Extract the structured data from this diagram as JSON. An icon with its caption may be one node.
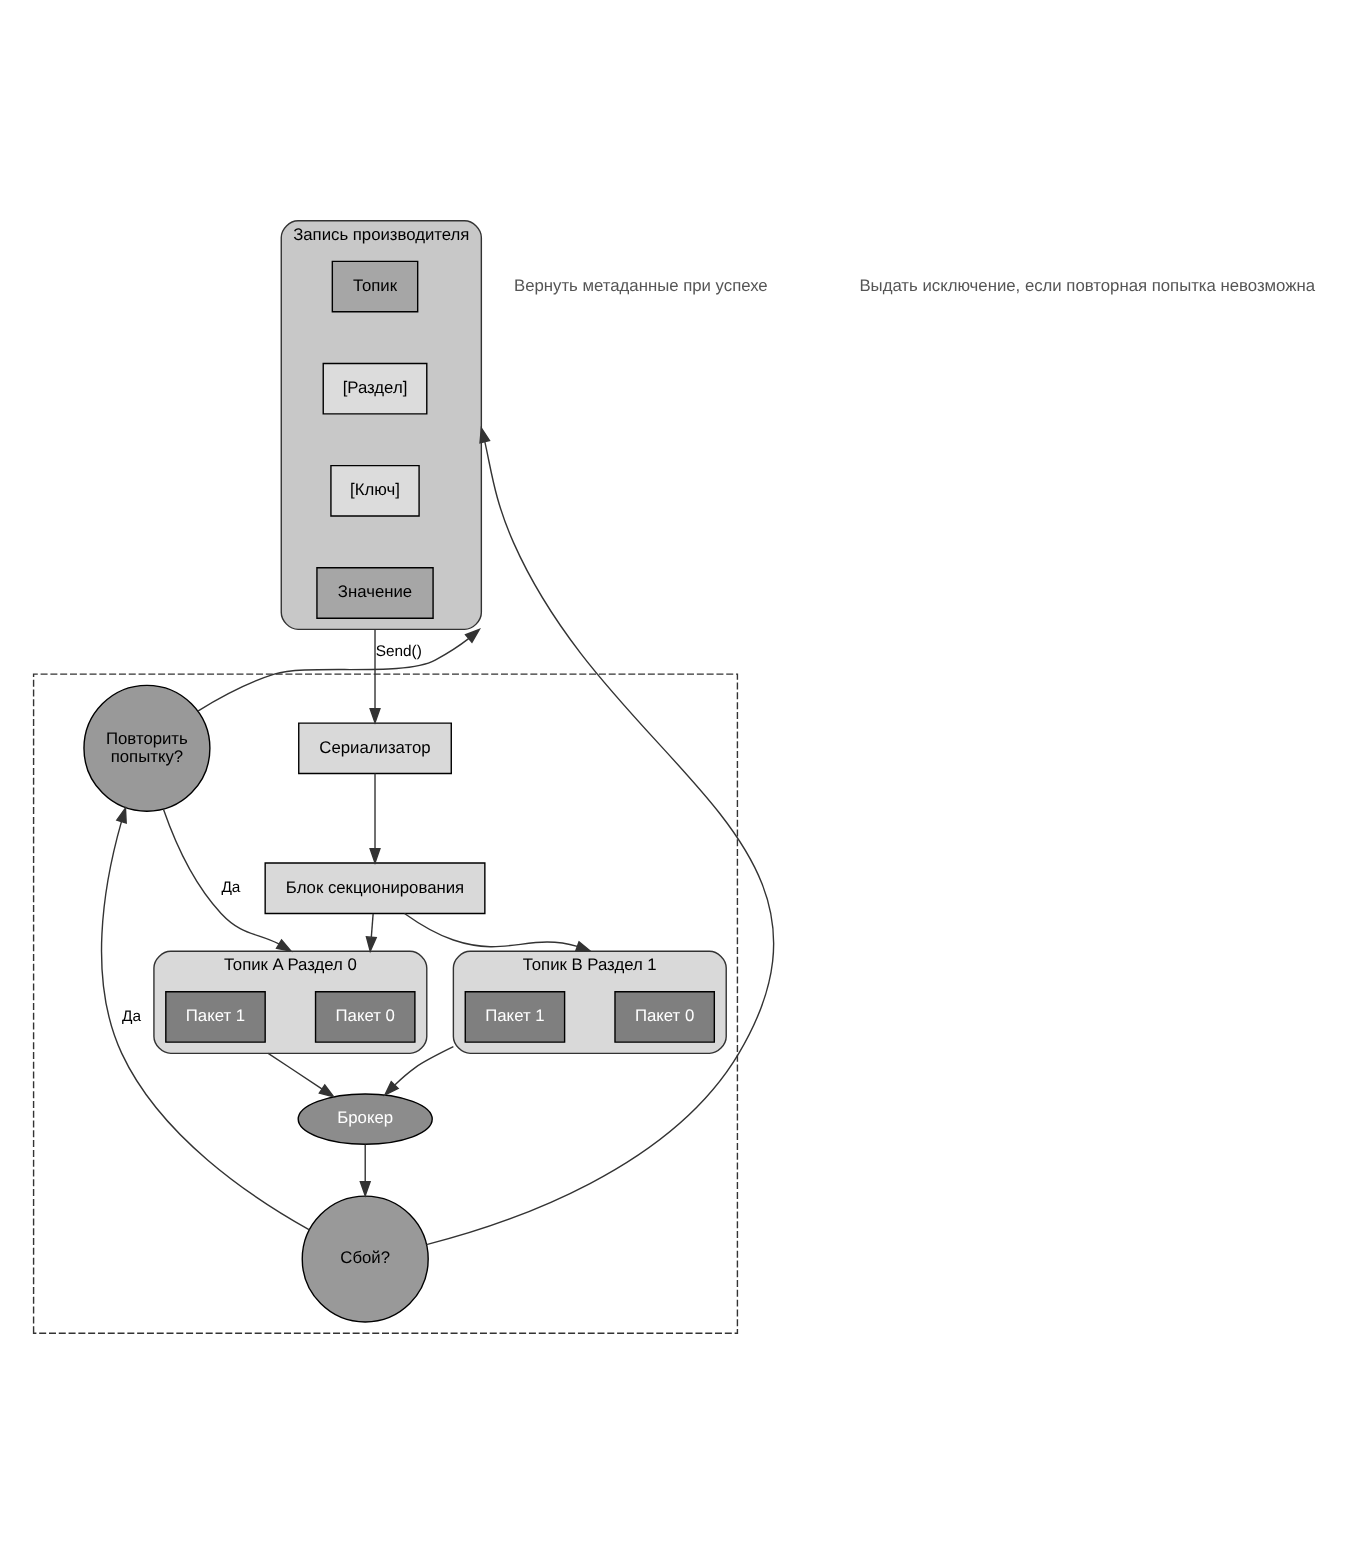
{
  "diagram": {
    "nodes": [
      {
        "text": [
          "Запись производителя"
        ]
      },
      {
        "text": [
          "Топик"
        ],
        "in": 0
      },
      {
        "text": [
          "[Раздел]"
        ],
        "in": 0
      },
      {
        "text": [
          "[Ключ]"
        ],
        "in": 0
      },
      {
        "text": [
          "Значение"
        ],
        "in": 0
      },
      {
        "text": [],
        "shape": "box"
      },
      {
        "text": [
          "Сериализатор"
        ],
        "in": 5
      },
      {
        "text": [
          "Блок секционирования"
        ],
        "in": 5
      },
      {
        "text": [
          "Топик A Раздел 0"
        ],
        "in": 5
      },
      {
        "text": [
          "Пакет 0"
        ],
        "in": 8
      },
      {
        "text": [
          "Пакет 1"
        ],
        "in": 8
      },
      {
        "text": [
          "Топик B Раздел 1"
        ],
        "in": 5
      },
      {
        "text": [
          "Пакет 0"
        ],
        "in": 11
      },
      {
        "text": [
          "Пакет 1"
        ],
        "in": 11
      },
      {
        "text": [
          "Брокер"
        ],
        "in": 5
      },
      {
        "text": [
          "Сбой?"
        ],
        "in": 5
      },
      {
        "text": [
          "Повторить попытку?"
        ],
        "in": 5
      }
    ],
    "edges": [
      {
        "from": 0,
        "to": 6,
        "arrow": "to",
        "label": "Send()"
      },
      {
        "from": 6,
        "to": 7,
        "arrow": "to"
      },
      {
        "from": 7,
        "to": 8,
        "arrow": "to"
      },
      {
        "from": 7,
        "to": 11,
        "arrow": "to"
      },
      {
        "from": 8,
        "to": 14,
        "arrow": "to"
      },
      {
        "from": 11,
        "to": 14,
        "arrow": "to"
      },
      {
        "from": 14,
        "to": 15,
        "arrow": "to"
      },
      {
        "from": 15,
        "to": 16,
        "arrow": "to",
        "label": "Да"
      },
      {
        "from": 16,
        "to": 8,
        "arrow": "to",
        "label": "Да"
      },
      {
        "from": 16,
        "to": 0,
        "arrow": "to"
      },
      {
        "from": 15,
        "to": 0,
        "arrow": "to"
      }
    ],
    "labels": [
      "Вернуть метаданные при успехе",
      "Выдать исключение, если повторная попытка невозможна"
    ]
  }
}
